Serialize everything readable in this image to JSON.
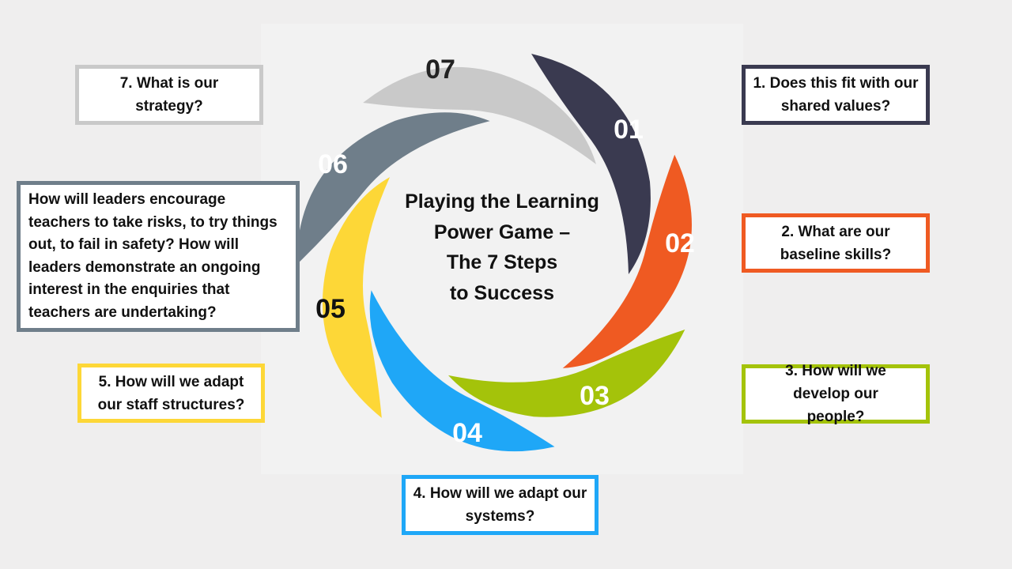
{
  "title": "Playing the Learning Power Game – The 7 Steps to Success",
  "title_lines": [
    "Playing the Learning",
    "Power Game –",
    "The 7 Steps",
    "to Success"
  ],
  "steps": [
    {
      "number": "01",
      "color": "#3a3a50",
      "label_color": "#ffffff",
      "question": "1. Does this fit with our shared values?"
    },
    {
      "number": "02",
      "color": "#ef5a22",
      "label_color": "#ffffff",
      "question": "2. What are our baseline skills?"
    },
    {
      "number": "03",
      "color": "#a4c30a",
      "label_color": "#ffffff",
      "question": "3. How will we develop our people?"
    },
    {
      "number": "04",
      "color": "#1fa7f7",
      "label_color": "#ffffff",
      "question": "4. How will we adapt our systems?"
    },
    {
      "number": "05",
      "color": "#fdd737",
      "label_color": "#111111",
      "question": "5. How will we adapt our staff structures?"
    },
    {
      "number": "06",
      "color": "#6f7e8a",
      "label_color": "#ffffff",
      "question": "How will leaders encourage teachers to take risks, to try things out, to fail in safety? How will leaders demonstrate an ongoing interest in the enquiries that teachers are undertaking?"
    },
    {
      "number": "07",
      "color": "#c9c9c9",
      "label_color": "#222222",
      "question": "7. What is our strategy?"
    }
  ]
}
